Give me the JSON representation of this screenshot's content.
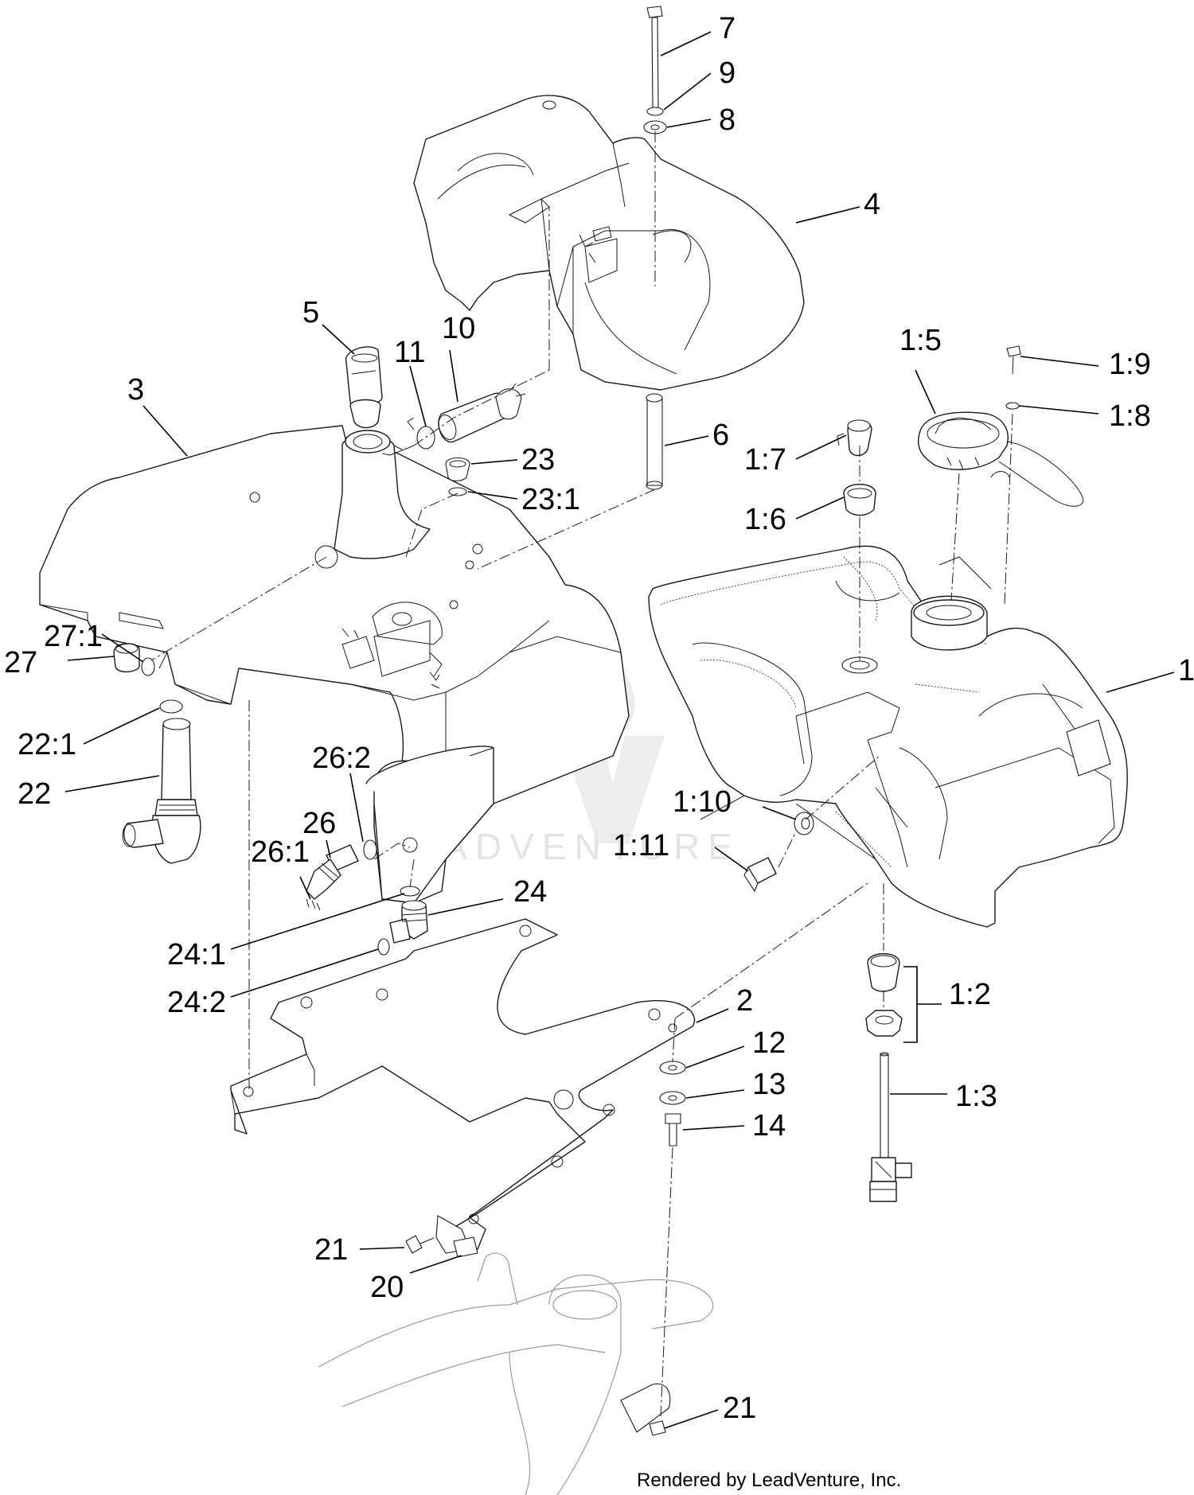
{
  "callouts": [
    {
      "label": "7"
    },
    {
      "label": "9"
    },
    {
      "label": "8"
    },
    {
      "label": "4"
    },
    {
      "label": "5"
    },
    {
      "label": "11"
    },
    {
      "label": "10"
    },
    {
      "label": "3"
    },
    {
      "label": "6"
    },
    {
      "label": "23"
    },
    {
      "label": "23:1"
    },
    {
      "label": "1:5"
    },
    {
      "label": "1:9"
    },
    {
      "label": "1:8"
    },
    {
      "label": "1:7"
    },
    {
      "label": "1:6"
    },
    {
      "label": "1"
    },
    {
      "label": "27:1"
    },
    {
      "label": "27"
    },
    {
      "label": "22:1"
    },
    {
      "label": "22"
    },
    {
      "label": "26:2"
    },
    {
      "label": "26"
    },
    {
      "label": "26:1"
    },
    {
      "label": "1:10"
    },
    {
      "label": "1:11"
    },
    {
      "label": "24"
    },
    {
      "label": "24:1"
    },
    {
      "label": "24:2"
    },
    {
      "label": "1:2"
    },
    {
      "label": "2"
    },
    {
      "label": "12"
    },
    {
      "label": "13"
    },
    {
      "label": "14"
    },
    {
      "label": "1:3"
    },
    {
      "label": "21"
    },
    {
      "label": "20"
    },
    {
      "label": "21"
    }
  ],
  "watermark": {
    "text": "LEADVENTURE"
  },
  "credit": {
    "text": "Rendered by LeadVenture, Inc."
  }
}
